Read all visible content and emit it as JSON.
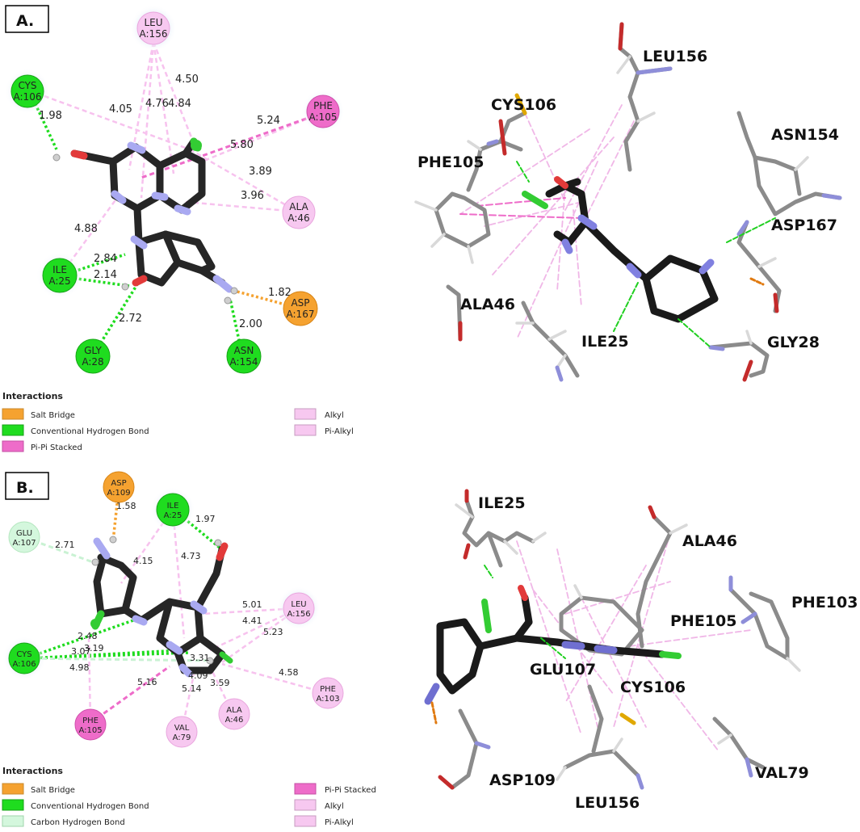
{
  "panelA": {
    "tag": "A.",
    "residues": [
      {
        "id": "leu156",
        "name": "LEU",
        "chain": "A:156",
        "color": "#f7c8f0",
        "ring": true
      },
      {
        "id": "cys106",
        "name": "CYS",
        "chain": "A:106",
        "color": "#1fdc1f",
        "ring": true
      },
      {
        "id": "phe105",
        "name": "PHE",
        "chain": "A:105",
        "color": "#ee6cc9",
        "ring": true
      },
      {
        "id": "ala46",
        "name": "ALA",
        "chain": "A:46",
        "color": "#f7c8f0",
        "ring": false
      },
      {
        "id": "ile25",
        "name": "ILE",
        "chain": "A:25",
        "color": "#1fdc1f",
        "ring": true
      },
      {
        "id": "asp167",
        "name": "ASP",
        "chain": "A:167",
        "color": "#f5a230",
        "ring": false
      },
      {
        "id": "gly28",
        "name": "GLY",
        "chain": "A:28",
        "color": "#1fdc1f",
        "ring": false
      },
      {
        "id": "asn154",
        "name": "ASN",
        "chain": "A:154",
        "color": "#1fdc1f",
        "ring": false
      }
    ],
    "distances": [
      "4.50",
      "4.76",
      "4.84",
      "4.05",
      "1.98",
      "5.24",
      "5.80",
      "3.89",
      "3.96",
      "4.88",
      "2.84",
      "2.14",
      "1.82",
      "2.72",
      "2.00"
    ],
    "legend": {
      "title": "Interactions",
      "items": [
        {
          "label": "Salt Bridge",
          "color": "#f5a230"
        },
        {
          "label": "Conventional Hydrogen Bond",
          "color": "#1fdc1f"
        },
        {
          "label": "Pi-Pi Stacked",
          "color": "#ee6cc9"
        },
        {
          "label": "Alkyl",
          "color": "#f7c8f0"
        },
        {
          "label": "Pi-Alkyl",
          "color": "#f7c8f0"
        }
      ]
    },
    "labels3d": [
      "LEU156",
      "CYS106",
      "ASN154",
      "PHE105",
      "ASP167",
      "ALA46",
      "ILE25",
      "GLY28"
    ]
  },
  "panelB": {
    "tag": "B.",
    "residues": [
      {
        "id": "asp109",
        "name": "ASP",
        "chain": "A:109",
        "color": "#f5a230",
        "ring": false
      },
      {
        "id": "ile25",
        "name": "ILE",
        "chain": "A:25",
        "color": "#1fdc1f",
        "ring": true
      },
      {
        "id": "glu107",
        "name": "GLU",
        "chain": "A:107",
        "color": "#d4f7dd",
        "ring": false
      },
      {
        "id": "leu156",
        "name": "LEU",
        "chain": "A:156",
        "color": "#f7c8f0",
        "ring": true
      },
      {
        "id": "cys106",
        "name": "CYS",
        "chain": "A:106",
        "color": "#1fdc1f",
        "ring": true
      },
      {
        "id": "phe103",
        "name": "PHE",
        "chain": "A:103",
        "color": "#f7c8f0",
        "ring": false
      },
      {
        "id": "phe105",
        "name": "PHE",
        "chain": "A:105",
        "color": "#ee6cc9",
        "ring": false
      },
      {
        "id": "val79",
        "name": "VAL",
        "chain": "A:79",
        "color": "#f7c8f0",
        "ring": false
      },
      {
        "id": "ala46",
        "name": "ALA",
        "chain": "A:46",
        "color": "#f7c8f0",
        "ring": false
      }
    ],
    "distances": [
      "1.58",
      "1.97",
      "2.71",
      "4.15",
      "4.73",
      "5.01",
      "4.41",
      "5.23",
      "2.48",
      "3.19",
      "3.07",
      "3.31",
      "4.98",
      "5.16",
      "4.09",
      "3.59",
      "5.14",
      "4.58"
    ],
    "legend": {
      "title": "Interactions",
      "items": [
        {
          "label": "Salt Bridge",
          "color": "#f5a230"
        },
        {
          "label": "Conventional Hydrogen Bond",
          "color": "#1fdc1f"
        },
        {
          "label": "Carbon Hydrogen Bond",
          "color": "#d4f7dd"
        },
        {
          "label": "Pi-Pi Stacked",
          "color": "#ee6cc9"
        },
        {
          "label": "Alkyl",
          "color": "#f7c8f0"
        },
        {
          "label": "Pi-Alkyl",
          "color": "#f7c8f0"
        }
      ]
    },
    "labels3d": [
      "ILE25",
      "ALA46",
      "PHE103",
      "PHE105",
      "GLU107",
      "CYS106",
      "ASP109",
      "LEU156",
      "VAL79"
    ]
  }
}
